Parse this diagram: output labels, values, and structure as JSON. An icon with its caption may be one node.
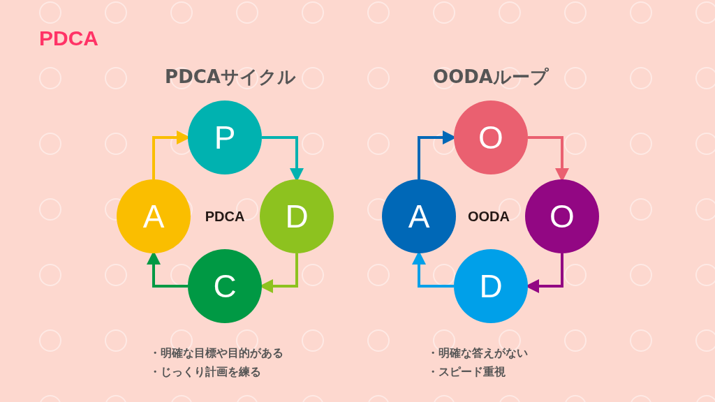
{
  "diagram": {
    "title": "PDCA",
    "nodes": [
      {
        "text": [
          "P"
        ]
      },
      {
        "text": [
          "D"
        ]
      },
      {
        "text": [
          "C"
        ]
      },
      {
        "text": [
          "A"
        ]
      },
      {
        "text": [
          "O"
        ]
      },
      {
        "text": [
          "O"
        ]
      },
      {
        "text": [
          "D"
        ]
      },
      {
        "text": [
          "A"
        ]
      }
    ],
    "edges": [
      {
        "from": 0,
        "to": 1,
        "arrow": "to",
        "color": "#00b2b0"
      },
      {
        "from": 1,
        "to": 2,
        "arrow": "to",
        "color": "#8dc21f"
      },
      {
        "from": 2,
        "to": 3,
        "arrow": "to",
        "color": "#009944"
      },
      {
        "from": 3,
        "to": 0,
        "arrow": "to",
        "color": "#fabe00"
      },
      {
        "from": 4,
        "to": 5,
        "arrow": "to",
        "color": "#ea6070"
      },
      {
        "from": 5,
        "to": 6,
        "arrow": "to",
        "color": "#920783"
      },
      {
        "from": 6,
        "to": 7,
        "arrow": "to",
        "color": "#00a0e9"
      },
      {
        "from": 7,
        "to": 4,
        "arrow": "to",
        "color": "#0068b7"
      }
    ],
    "labels": [
      "PDCAサイクル",
      "OODAループ",
      "PDCA",
      "OODA",
      "・明確な目標や目的がある",
      "・じっくり計画を練る",
      "・明確な答えがない",
      "・スピード重視"
    ]
  }
}
